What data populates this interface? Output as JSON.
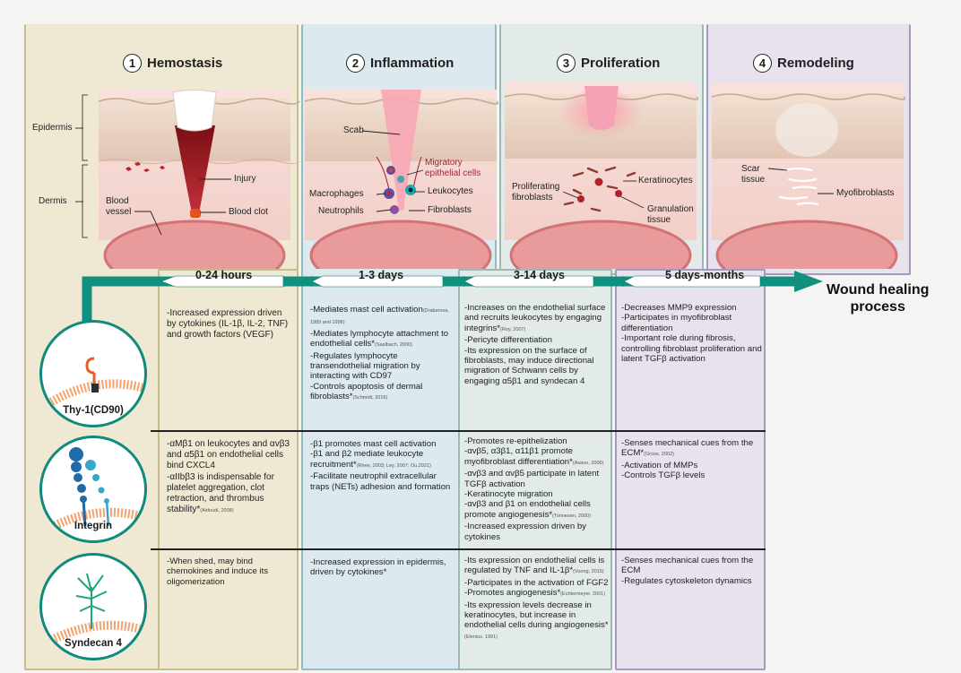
{
  "stages": [
    {
      "num": "1",
      "title": "Hemostasis",
      "color": "#efe9d6",
      "border": "#c8b98a"
    },
    {
      "num": "2",
      "title": "Inflammation",
      "color": "#dfeaee",
      "border": "#8fb8bf"
    },
    {
      "num": "3",
      "title": "Proliferation",
      "color": "#e6ecea",
      "border": "#9cbab1"
    },
    {
      "num": "4",
      "title": "Remodeling",
      "color": "#e9e3ef",
      "border": "#a998bd"
    }
  ],
  "skin_labels": {
    "epidermis": "Epidermis",
    "dermis": "Dermis",
    "injury": "Injury",
    "blood_vessel": "Blood\nvessel",
    "blood_clot": "Blood clot",
    "scab": "Scab",
    "migratory": "Migratory\nepithelial cells",
    "macrophages": "Macrophages",
    "leukocytes": "Leukocytes",
    "neutrophils": "Neutrophils",
    "fibroblasts": "Fibroblasts",
    "prolif_fibro": "Proliferating\nfibroblasts",
    "keratinocytes": "Keratinocytes",
    "granulation": "Granulation\ntissue",
    "scar": "Scar\ntissue",
    "myofibroblasts": "Myofibroblasts"
  },
  "timeline": {
    "periods": [
      "0-24 hours",
      "1-3 days",
      "3-14 days",
      "5 days-months"
    ],
    "outcome": "Wound healing\nprocess"
  },
  "molecules": [
    {
      "name": "Thy-1(CD90)",
      "icon": "thy1-icon"
    },
    {
      "name": "Integrin",
      "icon": "integrin-icon"
    },
    {
      "name": "Syndecan 4",
      "icon": "syndecan-icon"
    }
  ],
  "cells": {
    "thy1": {
      "c1": [
        {
          "t": "-Increased expression driven by cytokines (IL-1β, IL-2, TNF) and growth factors (VEGF)",
          "r": ""
        }
      ],
      "c2": [
        {
          "t": "-Mediates mast cell activation",
          "r": "(Draberova, 1989 and 1996)"
        },
        {
          "t": "-Mediates lymphocyte attachment to endothelial cells*",
          "r": "(Saalbach, 2000)"
        },
        {
          "t": "-Regulates lymphocyte transendothelial migration by interacting with CD97",
          "r": ""
        },
        {
          "t": "-Controls apoptosis of dermal fibroblasts*",
          "r": "(Schmidt, 2016)"
        }
      ],
      "c3": [
        {
          "t": "-Increases on the endothelial surface and recruits leukocytes by engaging integrins*",
          "r": "(Roy, 2007)"
        },
        {
          "t": "-Pericyte differentiation",
          "r": ""
        },
        {
          "t": "-Its expression on the surface of fibroblasts, may induce directional migration of Schwann cells by engaging α5β1 and syndecan 4",
          "r": ""
        }
      ],
      "c4": [
        {
          "t": "-Decreases MMP9 expression",
          "r": ""
        },
        {
          "t": "-Participates in myofibroblast differentiation",
          "r": ""
        },
        {
          "t": "-Important role during fibrosis, controlling fibroblast proliferation and latent TGFβ activation",
          "r": ""
        }
      ]
    },
    "integrin": {
      "c1": [
        {
          "t": "-αMβ1 on leukocytes and αvβ3 and α5β1 on endothelial cells bind CXCL4",
          "r": ""
        },
        {
          "t": "-αIIbβ3 is indispensable for platelet aggregation, clot retraction, and thrombus stability*",
          "r": "(Aidoudi, 2008)"
        }
      ],
      "c2": [
        {
          "t": "-β1 promotes mast cell activation",
          "r": ""
        },
        {
          "t": "-β1 and β2 mediate leukocyte recruitment*",
          "r": "(Rhee, 2003; Ley, 2007; Ou,2021)"
        },
        {
          "t": "-Facilitate neutrophil extracellular traps (NETs) adhesion and formation",
          "r": ""
        }
      ],
      "c3": [
        {
          "t": "-Promotes re-epithelization",
          "r": ""
        },
        {
          "t": "-αvβ5, α3β1, α11β1 promote myofibroblast differentiation*",
          "r": "(Asano, 2006)"
        },
        {
          "t": "-αvβ3 and αvβ5 participate in latent TGFβ activation",
          "r": ""
        },
        {
          "t": "-Keratinocyte migration",
          "r": ""
        },
        {
          "t": "-αvβ3 and β1 on endothelial cells promote angiogenesis*",
          "r": "(Tonnesen, 2000)"
        },
        {
          "t": "-Increased expression driven by cytokines",
          "r": ""
        }
      ],
      "c4": [
        {
          "t": "-Senses mechanical cues from the ECM*",
          "r": "(Grose, 2002)"
        },
        {
          "t": "-Activation of MMPs",
          "r": ""
        },
        {
          "t": "-Controls TGFβ levels",
          "r": ""
        }
      ]
    },
    "syndecan": {
      "c1": [
        {
          "t": "-When shed, may bind chemokines and induce its oligomerization",
          "r": ""
        }
      ],
      "c2": [
        {
          "t": "-Increased expression in epidermis, driven by cytokines*",
          "r": ""
        }
      ],
      "c3": [
        {
          "t": "-Its expression on endothelial cells is regulated by TNF and IL-1β*",
          "r": "(Vuong, 2015)"
        },
        {
          "t": "-Participates in the activation of FGF2",
          "r": ""
        },
        {
          "t": "-Promotes angiogenesis*",
          "r": "(Echtermeyer, 2001)"
        },
        {
          "t": "-Its expression levels decrease in keratinocytes, but increase in endothelial cells during angiogenesis*",
          "r": "(Elenius, 1991)"
        }
      ],
      "c4": [
        {
          "t": "-Senses mechanical cues from the ECM",
          "r": ""
        },
        {
          "t": "-Regulates cytoskeleton dynamics",
          "r": ""
        }
      ]
    }
  },
  "colors": {
    "teal": "#11907f",
    "skin_top": "#e8d3c4",
    "skin_pink": "#f6dcd6",
    "blood": "#9b1b1f"
  }
}
